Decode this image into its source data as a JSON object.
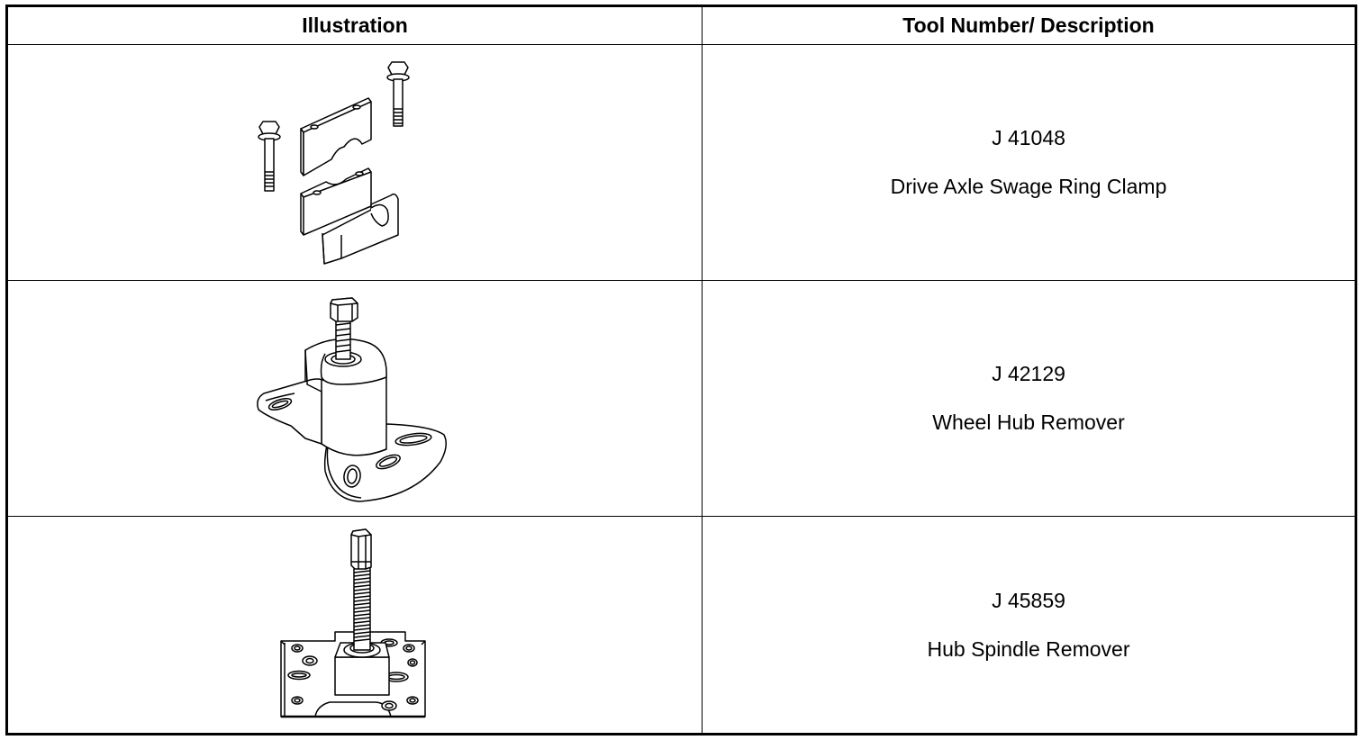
{
  "table": {
    "headers": {
      "illustration": "Illustration",
      "description": "Tool Number/ Description"
    },
    "rows": [
      {
        "tool_number": "J 41048",
        "description": "Drive Axle Swage Ring Clamp",
        "illustration_icon": "swage-ring-clamp-icon"
      },
      {
        "tool_number": "J 42129",
        "description": "Wheel Hub Remover",
        "illustration_icon": "wheel-hub-remover-icon"
      },
      {
        "tool_number": "J 45859",
        "description": "Hub Spindle Remover",
        "illustration_icon": "hub-spindle-remover-icon"
      }
    ]
  }
}
